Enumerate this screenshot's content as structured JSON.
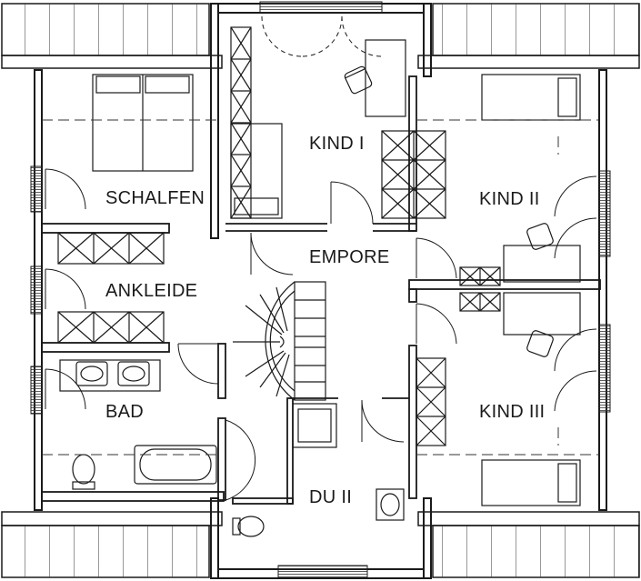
{
  "rooms": {
    "schlafen": "SCHALFEN",
    "kind1": "KIND I",
    "kind2": "KIND II",
    "kind3": "KIND III",
    "empore": "EMPORE",
    "ankleide": "ANKLEIDE",
    "bad": "BAD",
    "du2": "DU II"
  },
  "colors": {
    "wall": "#1a1a1a",
    "line": "#333333",
    "background": "#ffffff"
  }
}
